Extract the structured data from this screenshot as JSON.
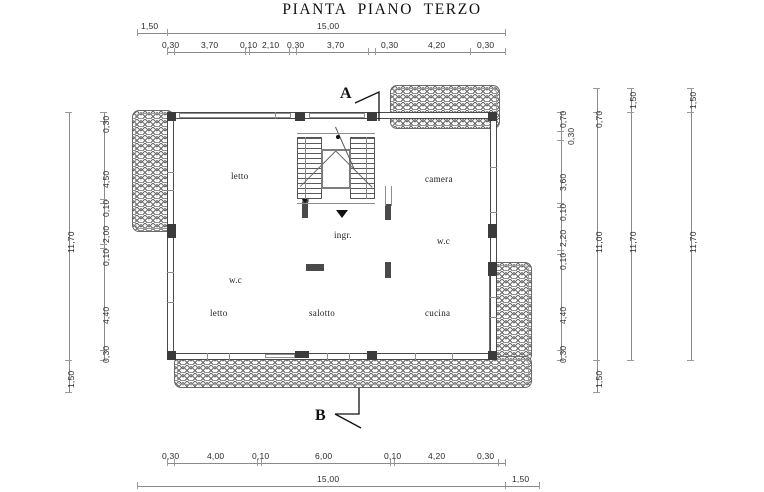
{
  "title": "PIANTA  PIANO  TERZO",
  "dimensions": {
    "top_outer": {
      "left": "1,50",
      "main": "15,00"
    },
    "top_inner": [
      "0,30",
      "3,70",
      "0,10",
      "2,10",
      "0,30",
      "3,70",
      "0,30",
      "4,20",
      "0,30"
    ],
    "bottom_inner": [
      "0,30",
      "4,00",
      "0,10",
      "6,00",
      "0,10",
      "4,20",
      "0,30"
    ],
    "bottom_outer": {
      "main": "15,00",
      "right": "1,50"
    },
    "left_inner": [
      "0,30",
      "4,50",
      "0,10",
      "2,00",
      "0,10",
      "4,40",
      "0,30"
    ],
    "left_outer": {
      "main": "11,70",
      "bottom": "1,50"
    },
    "right_inner": [
      "0,70",
      "0,30",
      "3,60",
      "0,10",
      "2,20",
      "0,10",
      "4,40",
      "0,30"
    ],
    "right_mid": {
      "top": "0,70",
      "main": "11,00",
      "bottom": "1,50"
    },
    "right_outer_1": {
      "top": "1,50",
      "main": "11,70"
    },
    "right_outer_2": {
      "top": "1,50",
      "main": "11,70"
    }
  },
  "rooms": [
    {
      "name": "letto-top",
      "label": "letto"
    },
    {
      "name": "camera",
      "label": "camera"
    },
    {
      "name": "wc-left",
      "label": "w.c"
    },
    {
      "name": "wc-right",
      "label": "w.c"
    },
    {
      "name": "ingresso",
      "label": "ingr."
    },
    {
      "name": "letto-bottom",
      "label": "letto"
    },
    {
      "name": "salotto",
      "label": "salotto"
    },
    {
      "name": "cucina",
      "label": "cucina"
    }
  ],
  "section_markers": [
    {
      "name": "section-a",
      "label": "A"
    },
    {
      "name": "section-b",
      "label": "B"
    }
  ],
  "colors": {
    "wall_outline": "#4a4a4a",
    "pilaster_fill": "#3b3b3b",
    "dimension_line": "#8a8a8a",
    "hatch": "#6d6d6d",
    "text": "#1a1a1a"
  }
}
